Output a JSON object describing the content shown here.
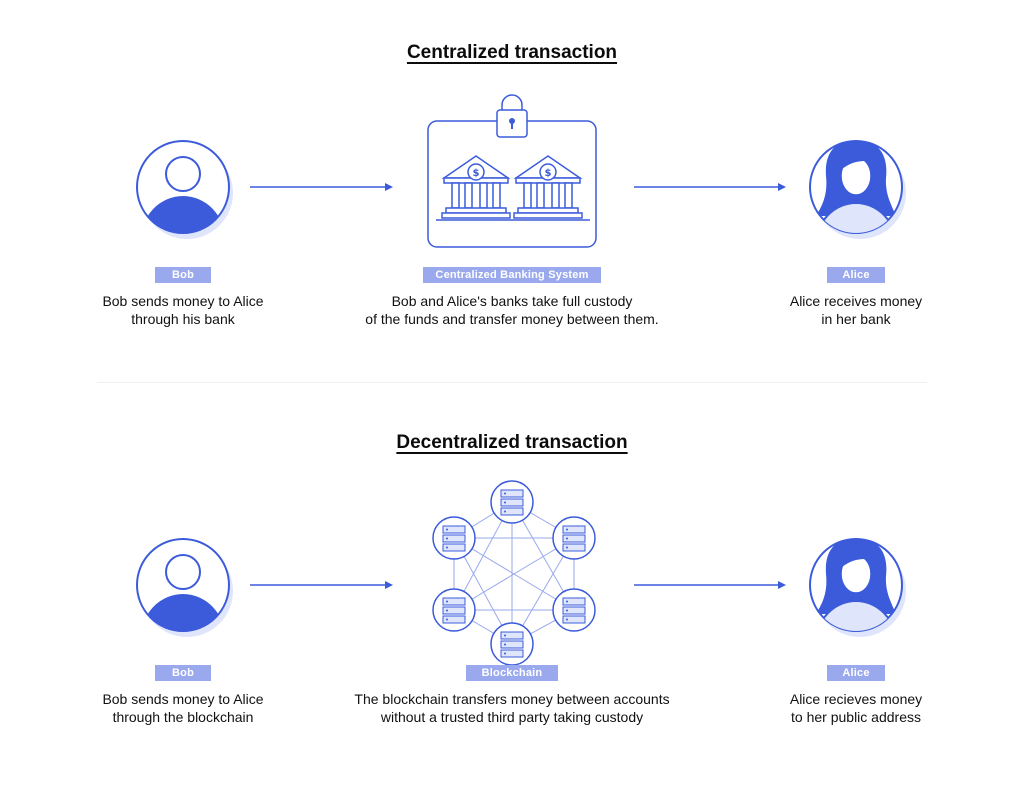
{
  "colors": {
    "accent": "#3b5bdb",
    "badge": "#9aa9ee",
    "light": "#dfe5fb"
  },
  "centralized": {
    "title": "Centralized transaction",
    "left_badge": "Bob",
    "left_desc": [
      "Bob sends money to Alice",
      "through his bank"
    ],
    "center_badge": "Centralized Banking System",
    "center_desc": [
      "Bob and Alice's banks take full custody",
      "of the funds and transfer money between them."
    ],
    "right_badge": "Alice",
    "right_desc": [
      "Alice receives money",
      "in her bank"
    ],
    "icons": [
      "user-icon",
      "lock-icon",
      "bank-icon",
      "bank-icon",
      "woman-icon"
    ]
  },
  "decentralized": {
    "title": "Decentralized transaction",
    "left_badge": "Bob",
    "left_desc": [
      "Bob sends money to Alice",
      "through the blockchain"
    ],
    "center_badge": "Blockchain",
    "center_desc": [
      "The blockchain transfers money between accounts",
      "without a trusted third party taking custody"
    ],
    "right_badge": "Alice",
    "right_desc": [
      "Alice recieves money",
      "to her public address"
    ],
    "icons": [
      "user-icon",
      "server-node-icon",
      "woman-icon"
    ]
  }
}
